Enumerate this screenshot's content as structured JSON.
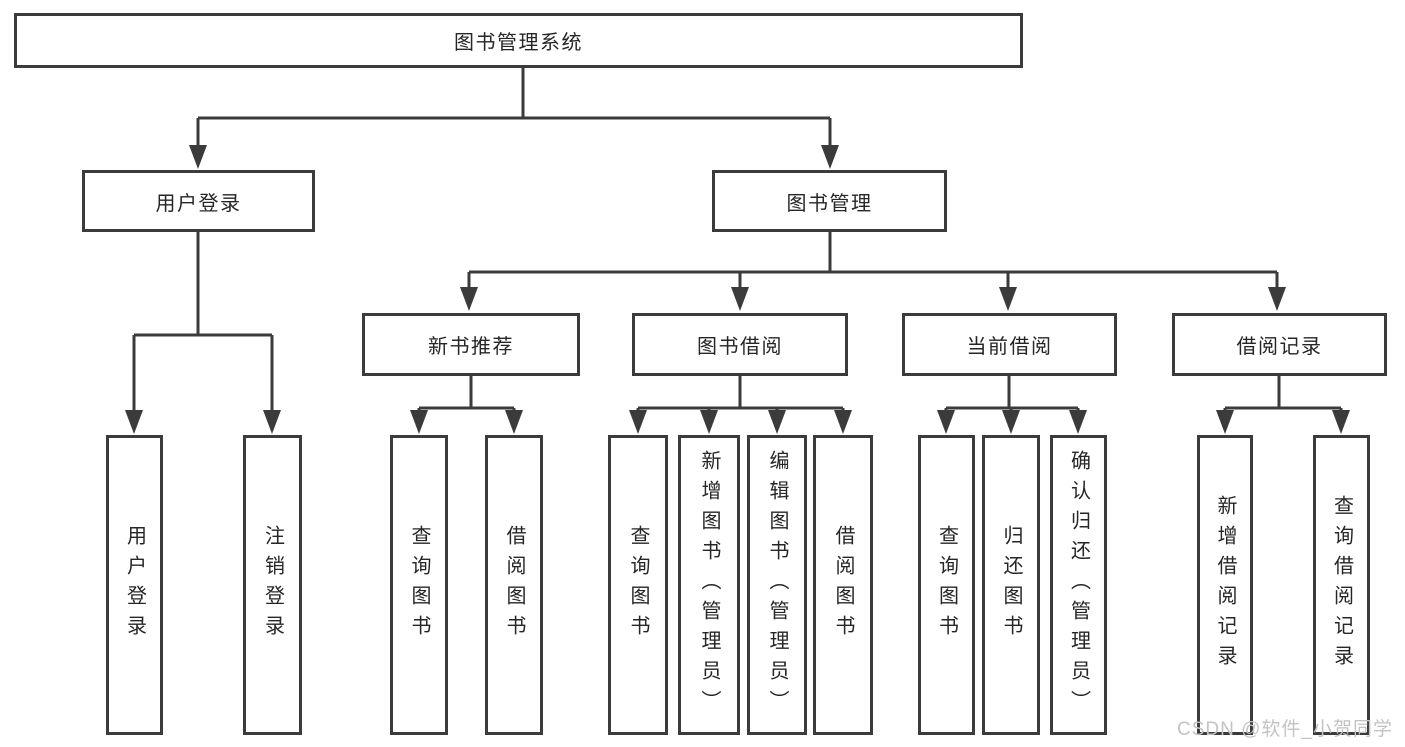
{
  "tree": {
    "root": {
      "label": "图书管理系统"
    },
    "login": {
      "label": "用户登录",
      "children": [
        {
          "label": "用户登录"
        },
        {
          "label": "注销登录"
        }
      ]
    },
    "manage": {
      "label": "图书管理",
      "sections": [
        {
          "label": "新书推荐",
          "children": [
            {
              "label": "查询图书"
            },
            {
              "label": "借阅图书"
            }
          ]
        },
        {
          "label": "图书借阅",
          "children": [
            {
              "label": "查询图书"
            },
            {
              "label": "新增图书（管理员）"
            },
            {
              "label": "编辑图书（管理员）"
            },
            {
              "label": "借阅图书"
            }
          ]
        },
        {
          "label": "当前借阅",
          "children": [
            {
              "label": "查询图书"
            },
            {
              "label": "归还图书"
            },
            {
              "label": "确认归还（管理员）"
            }
          ]
        },
        {
          "label": "借阅记录",
          "children": [
            {
              "label": "新增借阅记录"
            },
            {
              "label": "查询借阅记录"
            }
          ]
        }
      ]
    }
  },
  "watermark": {
    "text": "CSDN @软件_小贺同学"
  },
  "colors": {
    "line": "#3b3b3b",
    "text": "#262626",
    "watermark": "#c3c3c3",
    "background": "#ffffff"
  }
}
